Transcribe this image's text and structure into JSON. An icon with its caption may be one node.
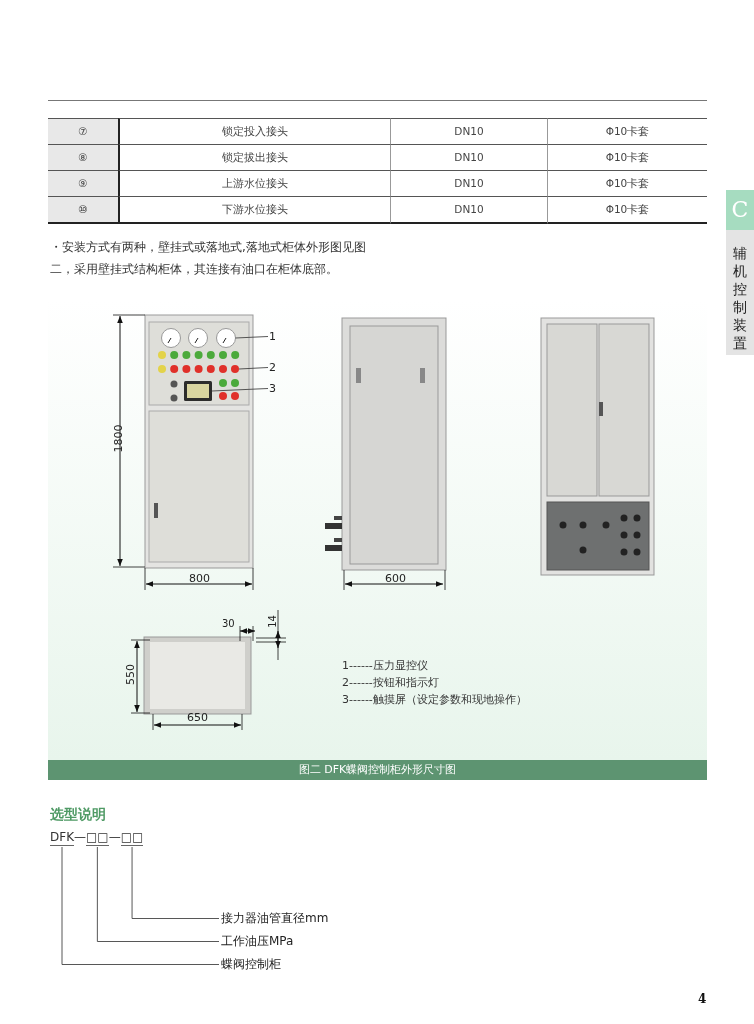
{
  "diagram": {
    "caption": "图二 DFK蝶阀控制柜外形尺寸图",
    "nodes": [
      {
        "text": [
          "1"
        ]
      },
      {
        "text": [],
        "shape": "circle"
      },
      {
        "text": [
          "2"
        ]
      },
      {
        "text": [],
        "shape": "circle"
      },
      {
        "text": [
          "3"
        ]
      },
      {
        "text": [],
        "shape": "box"
      },
      {
        "text": [
          "接力器油管直径mm"
        ]
      },
      {
        "text": [
          "工作油压MPa"
        ]
      },
      {
        "text": [
          "蝶阀控制柜"
        ]
      },
      {
        "text": [
          "C"
        ]
      },
      {
        "text": [
          "辅机控制装置"
        ]
      },
      {
        "text": [
          "DFK"
        ]
      },
      {
        "text": [
          "□□"
        ]
      },
      {
        "text": [
          "□□"
        ]
      }
    ],
    "edges": [
      {
        "from": 0,
        "to": 1,
        "arrow": "none"
      },
      {
        "from": 2,
        "to": 3,
        "arrow": "none"
      },
      {
        "from": 4,
        "to": 5,
        "arrow": "none"
      },
      {
        "from": 6,
        "to": 13,
        "arrow": "none"
      },
      {
        "from": 7,
        "to": 12,
        "arrow": "none"
      },
      {
        "from": 8,
        "to": 11,
        "arrow": "none"
      }
    ],
    "labels": [
      "⑦",
      "锁定投入接头",
      "DN10",
      "Φ10卡套",
      "⑧",
      "锁定拔出接头",
      "DN10",
      "Φ10卡套",
      "⑨",
      "上游水位接头",
      "DN10",
      "Φ10卡套",
      "⑩",
      "下游水位接头",
      "DN10",
      "Φ10卡套",
      "・安装方式有两种，壁挂式或落地式,落地式柜体外形图见图二，采用壁挂式结构柜体，其连接有油口在柜体底部。",
      "1800",
      "800",
      "600",
      "30",
      "14",
      "550",
      "650",
      "1------压力显控仪",
      "2------按钮和指示灯",
      "3------触摸屏（设定参数和现地操作）",
      "选型说明",
      "—",
      "—",
      "4"
    ]
  }
}
